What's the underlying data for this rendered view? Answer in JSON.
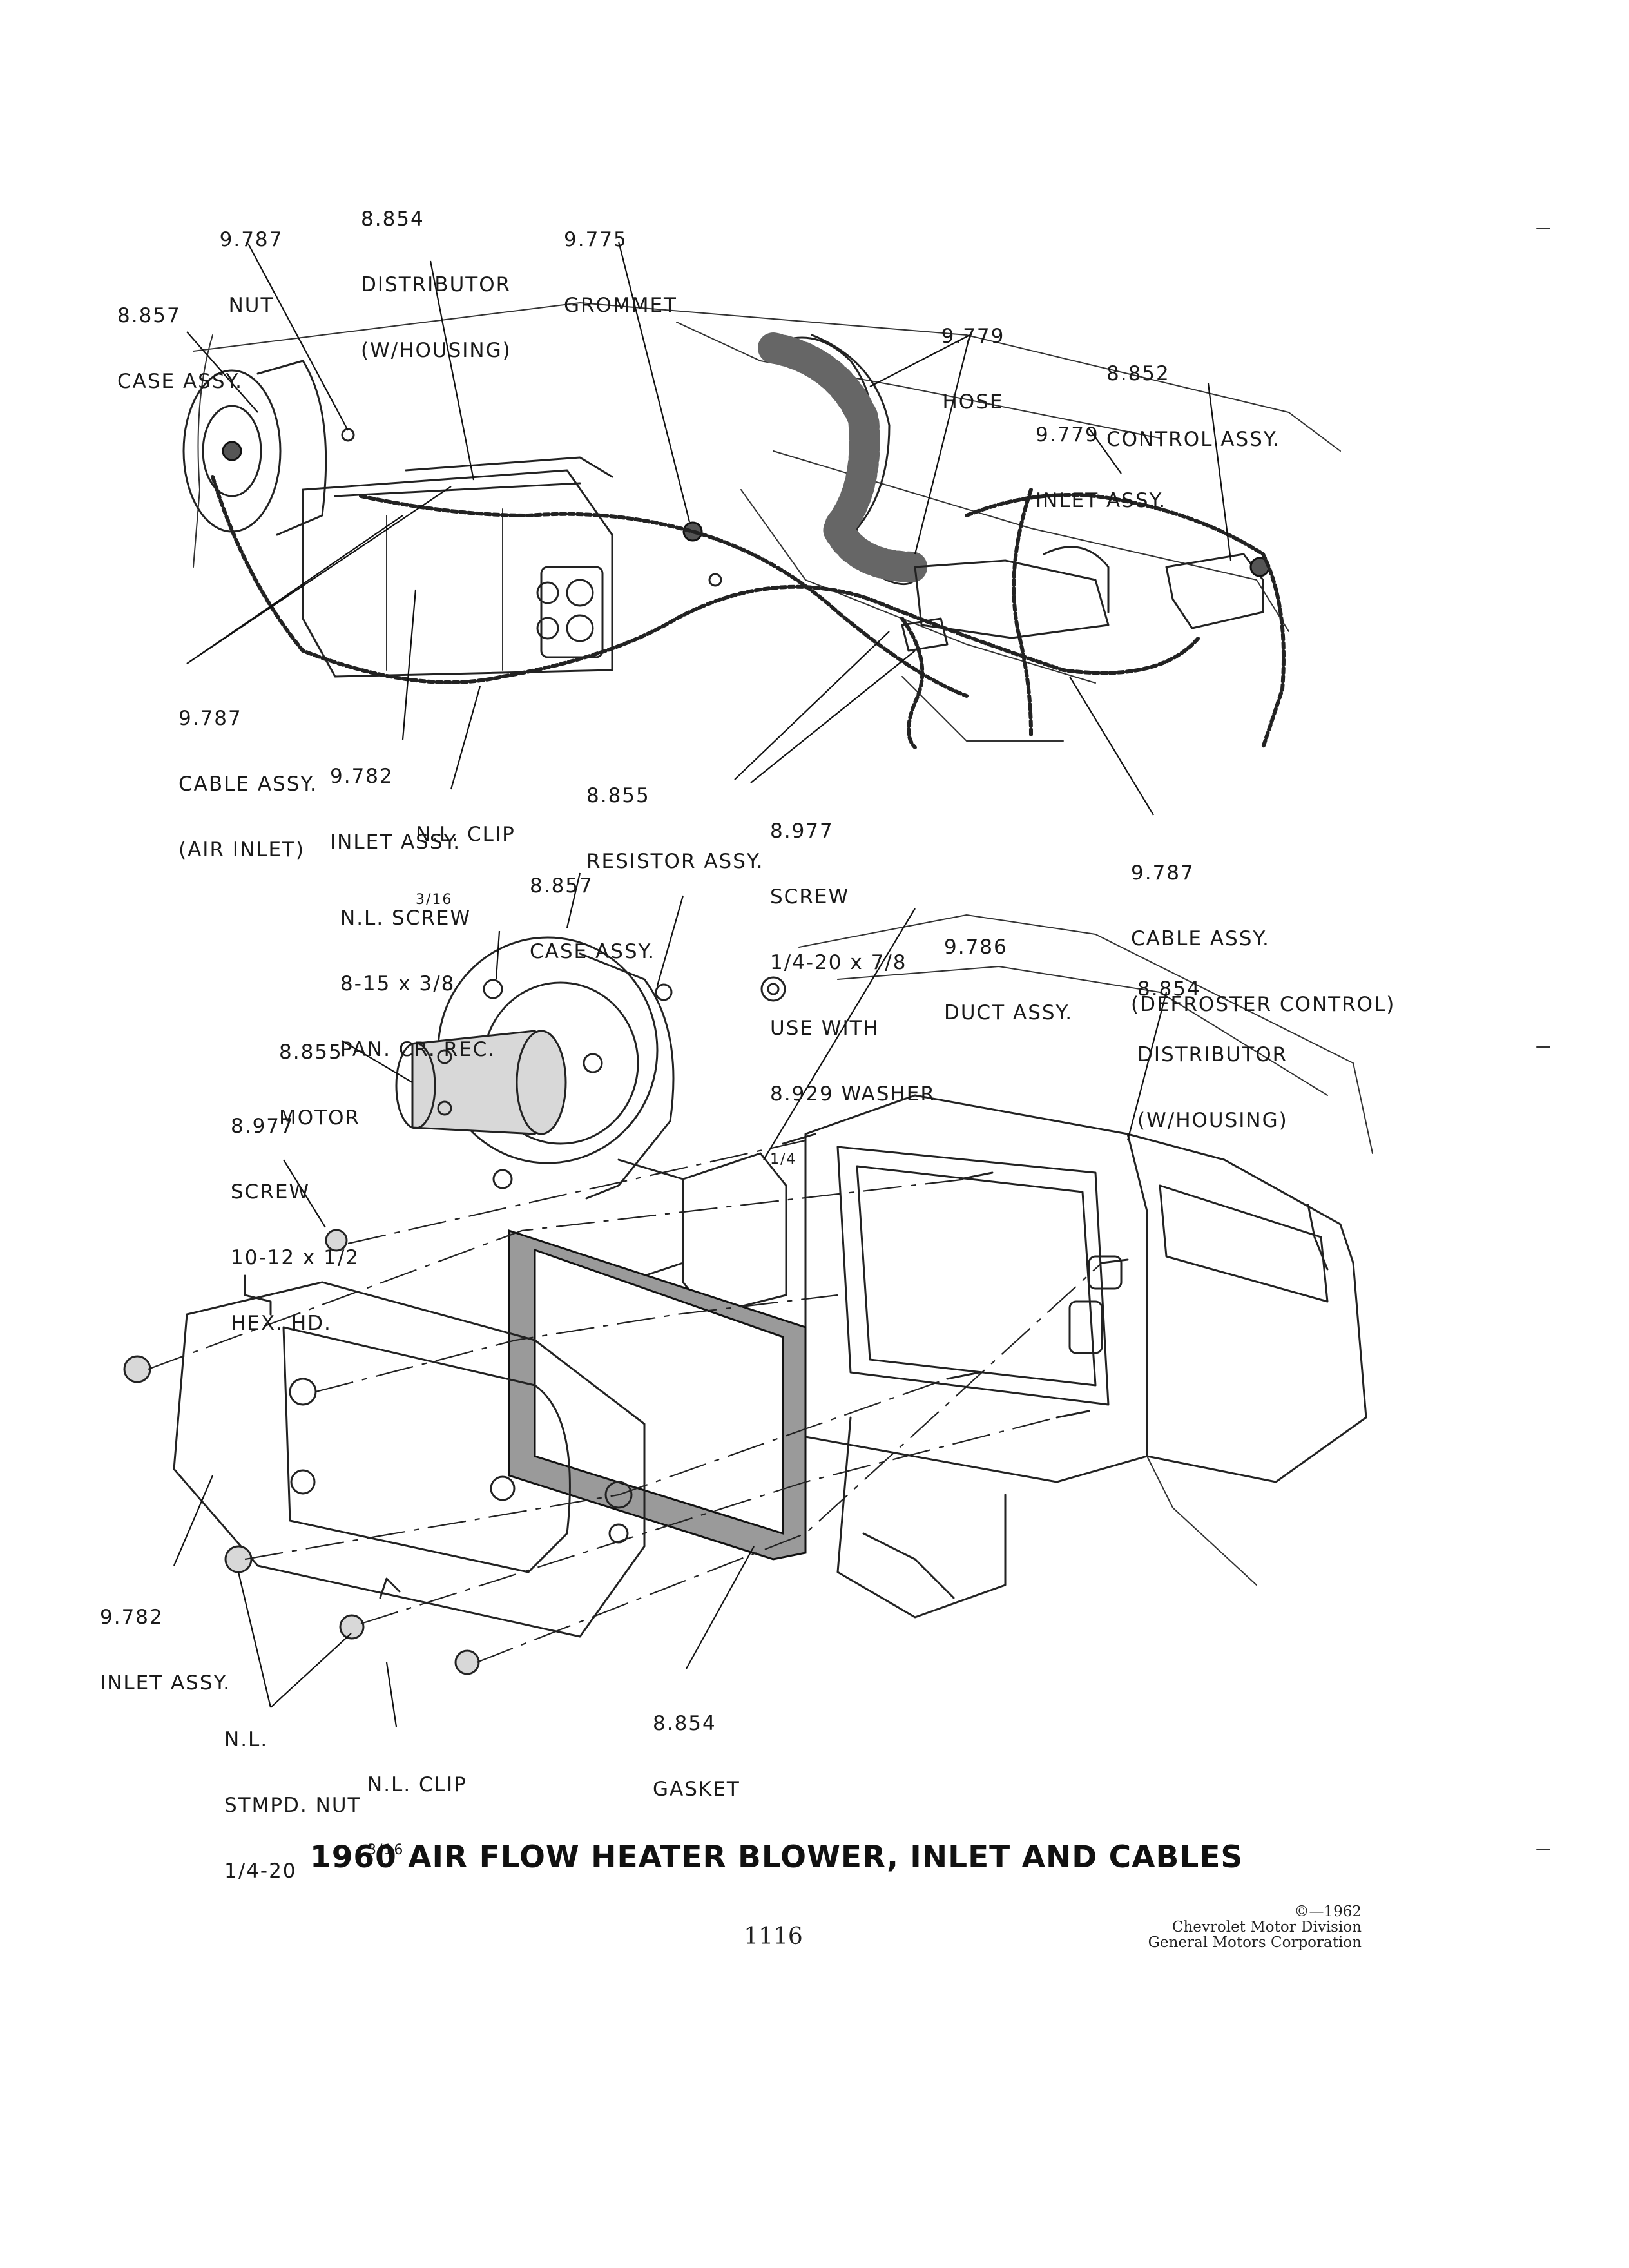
{
  "labels": {
    "top_distributor": [
      "8.854",
      "DISTRIBUTOR",
      "(W/HOUSING)"
    ],
    "top_nut": [
      "9.787",
      "NUT"
    ],
    "top_grommet": [
      "9.775",
      "GROMMET"
    ],
    "top_case": [
      "8.857",
      "CASE ASSY."
    ],
    "top_hose": [
      "9.779",
      "HOSE"
    ],
    "top_control": [
      "8.852",
      "CONTROL ASSY."
    ],
    "top_inlet_assy": [
      "9.779",
      "INLET ASSY."
    ],
    "top_cable_air": [
      "9.787",
      "CABLE ASSY.",
      "(AIR INLET)"
    ],
    "top_inlet_982": [
      "9.782",
      "INLET ASSY."
    ],
    "top_resistor": [
      "8.855",
      "RESISTOR ASSY."
    ],
    "top_clip": [
      "N.L. CLIP",
      "3/16"
    ],
    "mid_screw_977": [
      "8.977",
      "SCREW",
      "1/4-20 x 7/8",
      "USE WITH",
      "8.929 WASHER",
      "1/4"
    ],
    "mid_cable_defrost": [
      "9.787",
      "CABLE ASSY.",
      "(DEFROSTER CONTROL)"
    ],
    "mid_case": [
      "8.857",
      "CASE ASSY."
    ],
    "mid_nl_screw": [
      "N.L. SCREW",
      "8-15 x 3/8",
      "PAN. CR. REC."
    ],
    "mid_duct": [
      "9.786",
      "DUCT ASSY."
    ],
    "mid_distributor": [
      "8.854",
      "DISTRIBUTOR",
      "(W/HOUSING)"
    ],
    "mid_motor": [
      "8.855",
      "MOTOR"
    ],
    "mid_screw_hex": [
      "8.977",
      "SCREW",
      "10-12 x 1/2",
      "HEX. HD."
    ],
    "bot_inlet": [
      "9.782",
      "INLET ASSY."
    ],
    "bot_gasket": [
      "8.854",
      "GASKET"
    ],
    "bot_nut": [
      "N.L.",
      "STMPD. NUT",
      "1/4-20"
    ],
    "bot_clip": [
      "N.L. CLIP",
      "3/16"
    ]
  },
  "title": "1960 AIR FLOW HEATER BLOWER, INLET AND CABLES",
  "page_number": "1116",
  "copyright": [
    "©—1962",
    "Chevrolet Motor Division",
    "General Motors Corporation"
  ]
}
